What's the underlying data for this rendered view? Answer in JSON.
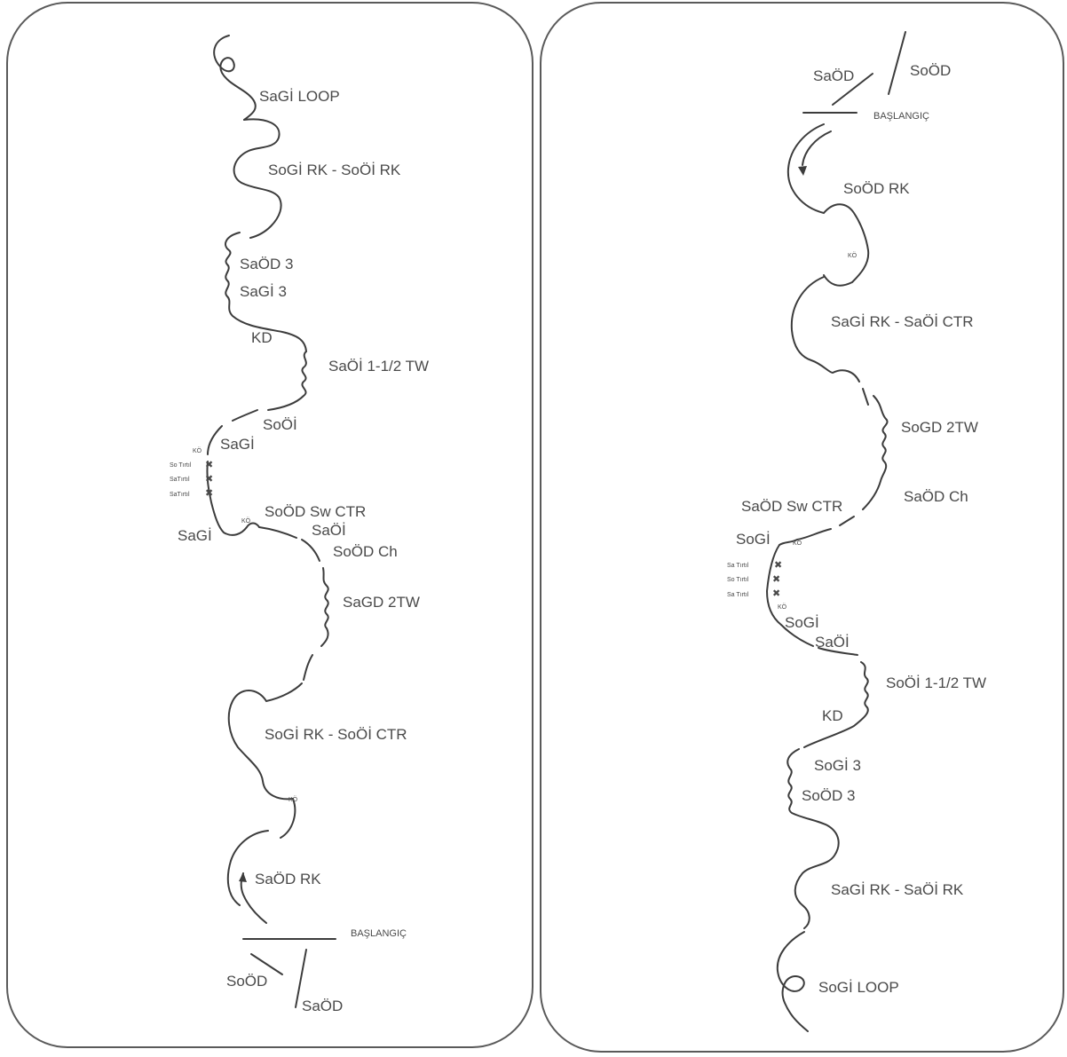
{
  "left_panel": {
    "figures": [
      {
        "id": "sagi-loop",
        "text": "SaGİ LOOP"
      },
      {
        "id": "sogi-rk-sooi-rk",
        "text": "SoGİ RK - SoÖİ RK"
      },
      {
        "id": "saod-3",
        "text": "SaÖD 3"
      },
      {
        "id": "sagi-3",
        "text": "SaGİ 3"
      },
      {
        "id": "kd",
        "text": "KD"
      },
      {
        "id": "saoi-1-1-2-tw",
        "text": "SaÖİ 1-1/2 TW"
      },
      {
        "id": "sooi",
        "text": "SoÖİ"
      },
      {
        "id": "sagi-upper",
        "text": "SaGİ"
      },
      {
        "id": "ko-1",
        "text": "KÖ"
      },
      {
        "id": "so-tirtil",
        "text": "So Tırtıl"
      },
      {
        "id": "sa-tirtil-1",
        "text": "SaTırtıl"
      },
      {
        "id": "sa-tirtil-2",
        "text": "SaTırtıl"
      },
      {
        "id": "ko-2",
        "text": "KÖ"
      },
      {
        "id": "sood-sw-ctr",
        "text": "SoÖD Sw CTR"
      },
      {
        "id": "sagi-lower",
        "text": "SaGİ"
      },
      {
        "id": "saoi",
        "text": "SaÖİ"
      },
      {
        "id": "sood-ch",
        "text": "SoÖD Ch"
      },
      {
        "id": "sagd-2tw",
        "text": "SaGD 2TW"
      },
      {
        "id": "sogi-rk-sooi-ctr",
        "text": "SoGİ RK - SoÖİ CTR"
      },
      {
        "id": "ko-3",
        "text": "KÖ"
      },
      {
        "id": "saod-rk",
        "text": "SaÖD RK"
      },
      {
        "id": "baslangic",
        "text": "BAŞLANGIÇ"
      },
      {
        "id": "sood",
        "text": "SoÖD"
      },
      {
        "id": "saod",
        "text": "SaÖD"
      }
    ]
  },
  "right_panel": {
    "figures": [
      {
        "id": "saod",
        "text": "SaÖD"
      },
      {
        "id": "sood",
        "text": "SoÖD"
      },
      {
        "id": "baslangic",
        "text": "BAŞLANGIÇ"
      },
      {
        "id": "sood-rk",
        "text": "SoÖD RK"
      },
      {
        "id": "ko-1",
        "text": "KÖ"
      },
      {
        "id": "sagi-rk-saoi-ctr",
        "text": "SaGİ RK - SaÖİ CTR"
      },
      {
        "id": "sogd-2tw",
        "text": "SoGD 2TW"
      },
      {
        "id": "saod-ch",
        "text": "SaÖD Ch"
      },
      {
        "id": "saod-sw-ctr",
        "text": "SaÖD Sw CTR"
      },
      {
        "id": "sogi-upper",
        "text": "SoGİ"
      },
      {
        "id": "ko-2",
        "text": "KÖ"
      },
      {
        "id": "sa-tirtil-1",
        "text": "Sa Tırtıl"
      },
      {
        "id": "so-tirtil",
        "text": "So Tırtıl"
      },
      {
        "id": "sa-tirtil-2",
        "text": "Sa Tırtıl"
      },
      {
        "id": "ko-3",
        "text": "KÖ"
      },
      {
        "id": "sogi-lower",
        "text": "SoGİ"
      },
      {
        "id": "saoi",
        "text": "SaÖİ"
      },
      {
        "id": "sooi-1-1-2-tw",
        "text": "SoÖİ 1-1/2 TW"
      },
      {
        "id": "kd",
        "text": "KD"
      },
      {
        "id": "sogi-3",
        "text": "SoGİ 3"
      },
      {
        "id": "sood-3",
        "text": "SoÖD 3"
      },
      {
        "id": "sagi-rk-saoi-rk",
        "text": "SaGİ RK - SaÖİ RK"
      },
      {
        "id": "sogi-loop",
        "text": "SoGİ LOOP"
      }
    ]
  },
  "colors": {
    "line": "#3c3c3c",
    "text": "#4a4a4a",
    "frame": "#5a5a5a",
    "background": "#ffffff"
  }
}
